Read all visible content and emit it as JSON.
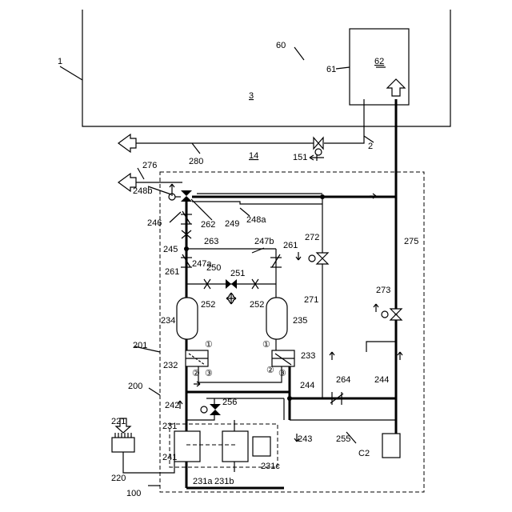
{
  "labels": {
    "system": "1",
    "space_3": "3",
    "unit_60": "60",
    "unit_61": "61",
    "unit_62": "62",
    "line_2": "2",
    "space_14": "14",
    "line_280": "280",
    "valve_151": "151",
    "r276": "276",
    "r248b": "248b",
    "r246": "246",
    "r262": "262",
    "r249": "249",
    "r248a": "248a",
    "r263": "263",
    "r247b": "247b",
    "r245": "245",
    "r261a": "261",
    "r261b": "261",
    "r272": "272",
    "r247a": "247a",
    "r250": "250",
    "r251": "251",
    "r275": "275",
    "r252a": "252",
    "r252b": "252",
    "r271": "271",
    "r273": "273",
    "r234": "234",
    "r235": "235",
    "r201": "201",
    "r232": "232",
    "r233": "233",
    "r264": "264",
    "r244b": "244",
    "r244a": "244",
    "r200": "200",
    "r242": "242",
    "r256": "256",
    "r221": "221",
    "r231": "231",
    "r243": "243",
    "r255": "255",
    "r241": "241",
    "r231a": "231a",
    "r231b": "231b",
    "r231c": "231c",
    "r220": "220",
    "c2": "C2",
    "r100": "100"
  },
  "valve_port_marks": [
    "①",
    "②",
    "③",
    "①",
    "②",
    "③"
  ]
}
